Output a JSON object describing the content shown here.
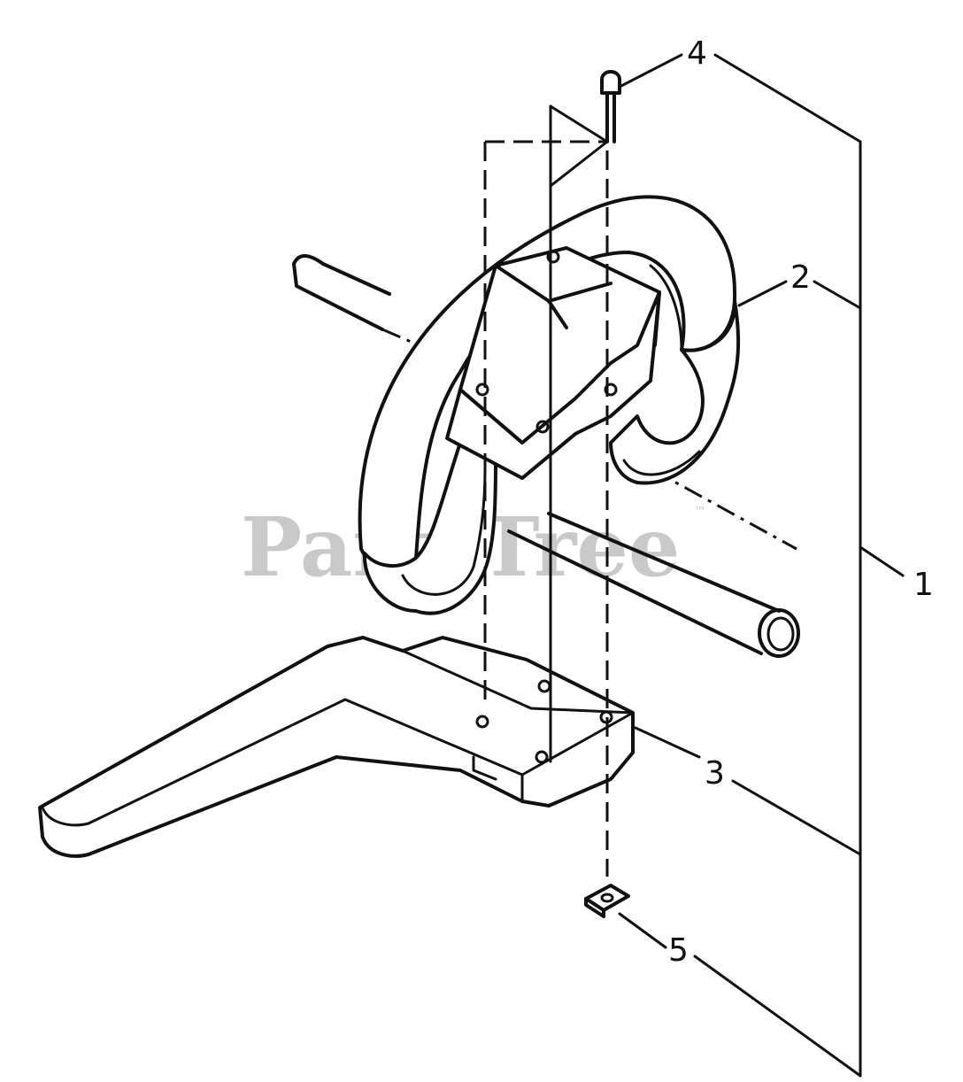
{
  "diagram": {
    "callouts": [
      {
        "id": "1",
        "label": "1"
      },
      {
        "id": "2",
        "label": "2"
      },
      {
        "id": "3",
        "label": "3"
      },
      {
        "id": "4",
        "label": "4"
      },
      {
        "id": "5",
        "label": "5"
      }
    ],
    "watermark": {
      "text": "PartsTree",
      "trademark": "™"
    }
  }
}
